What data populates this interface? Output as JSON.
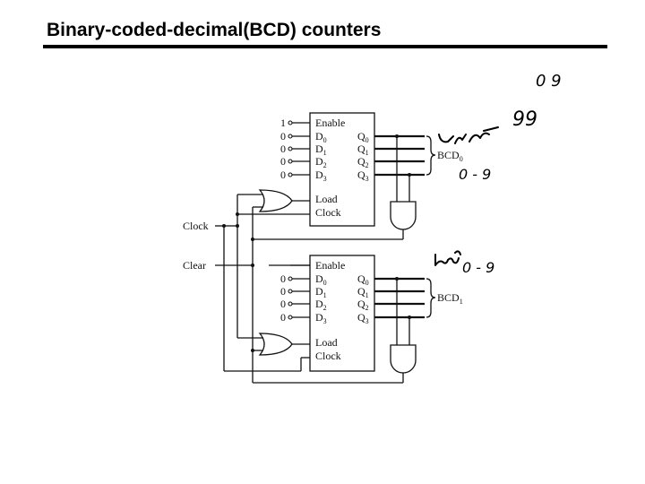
{
  "title": "Binary-coded-decimal(BCD) counters",
  "diagram": {
    "signals": {
      "clock": "Clock",
      "clear": "Clear"
    },
    "counter_top": {
      "inputs": [
        "1",
        "0",
        "0",
        "0",
        "0"
      ],
      "pins_left": {
        "enable": "Enable",
        "d": "D",
        "load": "Load",
        "clock": "Clock"
      },
      "pins_right": {
        "q": "Q"
      },
      "subscripts": [
        "0",
        "1",
        "2",
        "3"
      ],
      "output_label": "BCD",
      "output_sub": "0"
    },
    "counter_bottom": {
      "inputs": [
        "0",
        "0",
        "0",
        "0"
      ],
      "pins_left": {
        "enable": "Enable",
        "d": "D",
        "load": "Load",
        "clock": "Clock"
      },
      "pins_right": {
        "q": "Q"
      },
      "subscripts": [
        "0",
        "1",
        "2",
        "3"
      ],
      "output_label": "BCD",
      "output_sub": "1"
    }
  },
  "annotations": [
    "0 9",
    "99",
    "0 - 9",
    "0 - 9"
  ]
}
